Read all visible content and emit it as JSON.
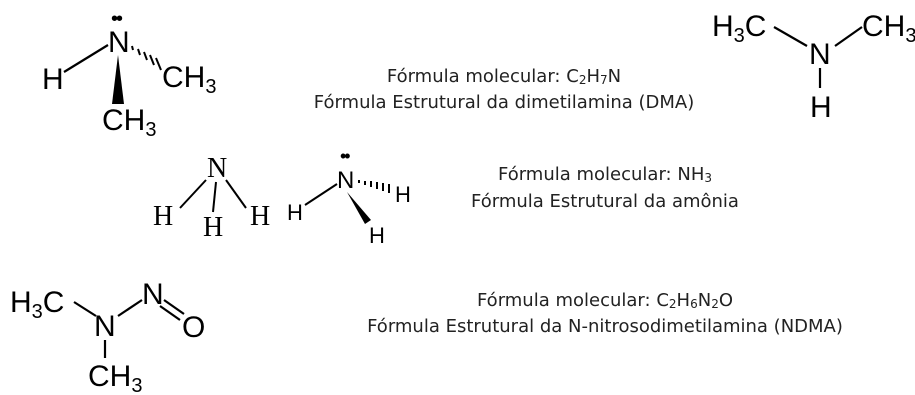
{
  "molecules": [
    {
      "id": "dma",
      "formula_prefix": "Fórmula molecular:",
      "formula_parts": [
        [
          "C",
          ""
        ],
        [
          "2",
          "sub"
        ],
        [
          "H",
          ""
        ],
        [
          "7",
          "sub"
        ],
        [
          "N",
          ""
        ]
      ],
      "caption": "Fórmula Estrutural da dimetilamina (DMA)",
      "labels": {
        "H": "H",
        "N": "N",
        "C": "C",
        "CH": "CH",
        "three": "3",
        "H3": "H",
        "lone_pair": "••"
      }
    },
    {
      "id": "ammonia",
      "formula_prefix": "Fórmula molecular:",
      "formula_parts": [
        [
          "NH",
          ""
        ],
        [
          "3",
          "sub"
        ]
      ],
      "caption": "Fórmula Estrutural da amônia",
      "labels": {
        "N": "N",
        "H": "H",
        "lone_pair": "••"
      }
    },
    {
      "id": "ndma",
      "formula_prefix": "Fórmula molecular:",
      "formula_parts": [
        [
          "C",
          ""
        ],
        [
          "2",
          "sub"
        ],
        [
          "H",
          ""
        ],
        [
          "6",
          "sub"
        ],
        [
          "N",
          ""
        ],
        [
          "2",
          "sub"
        ],
        [
          "O",
          ""
        ]
      ],
      "caption": "Fórmula Estrutural da N-nitrosodimetilamina (NDMA)",
      "labels": {
        "H": "H",
        "three": "3",
        "C": "C",
        "N": "N",
        "O": "O",
        "CH": "CH"
      }
    }
  ]
}
